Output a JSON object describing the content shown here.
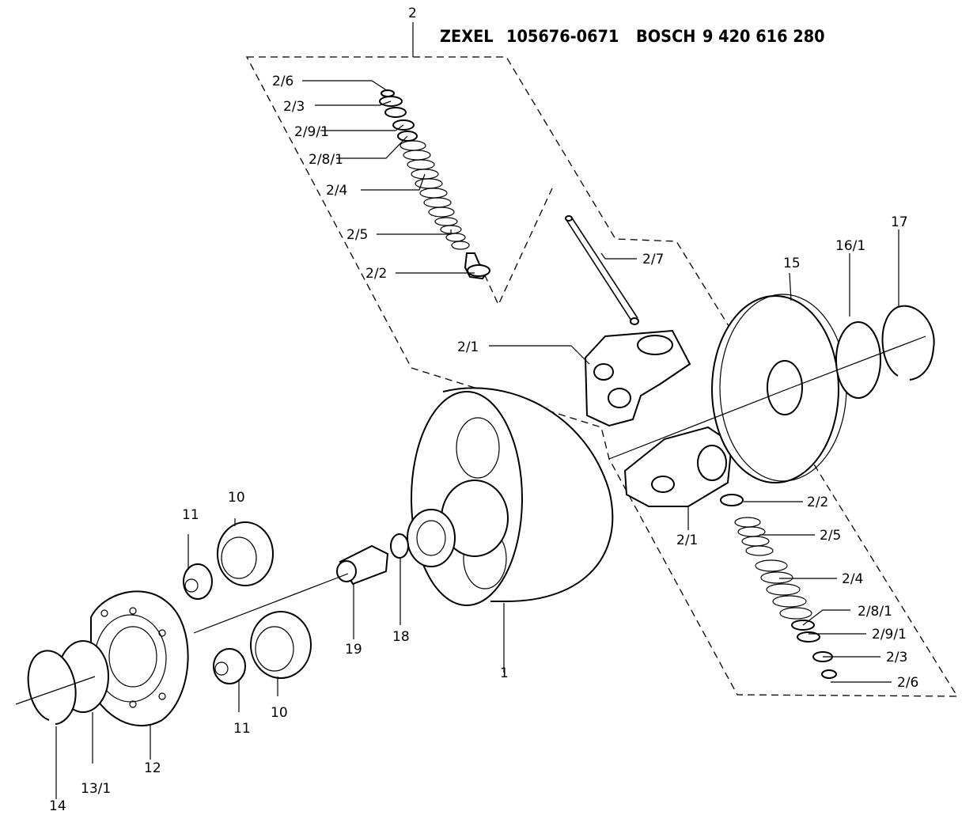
{
  "header": {
    "maker1": "ZEXEL",
    "part1": "105676-0671",
    "maker2": "BOSCH",
    "part2": "9 420 616 280"
  },
  "labels": {
    "l2": "2",
    "l2_6a": "2/6",
    "l2_3a": "2/3",
    "l2_9_1a": "2/9/1",
    "l2_8_1a": "2/8/1",
    "l2_4a": "2/4",
    "l2_5a": "2/5",
    "l2_2a": "2/2",
    "l2_7": "2/7",
    "l2_1a": "2/1",
    "l15": "15",
    "l16_1": "16/1",
    "l17": "17",
    "l2_2b": "2/2",
    "l2_1b": "2/1",
    "l2_5b": "2/5",
    "l2_4b": "2/4",
    "l2_8_1b": "2/8/1",
    "l2_9_1b": "2/9/1",
    "l2_3b": "2/3",
    "l2_6b": "2/6",
    "l11a": "11",
    "l10a": "10",
    "l19": "19",
    "l18": "18",
    "l1": "1",
    "l11b": "11",
    "l10b": "10",
    "l12": "12",
    "l13_1": "13/1",
    "l14": "14"
  }
}
